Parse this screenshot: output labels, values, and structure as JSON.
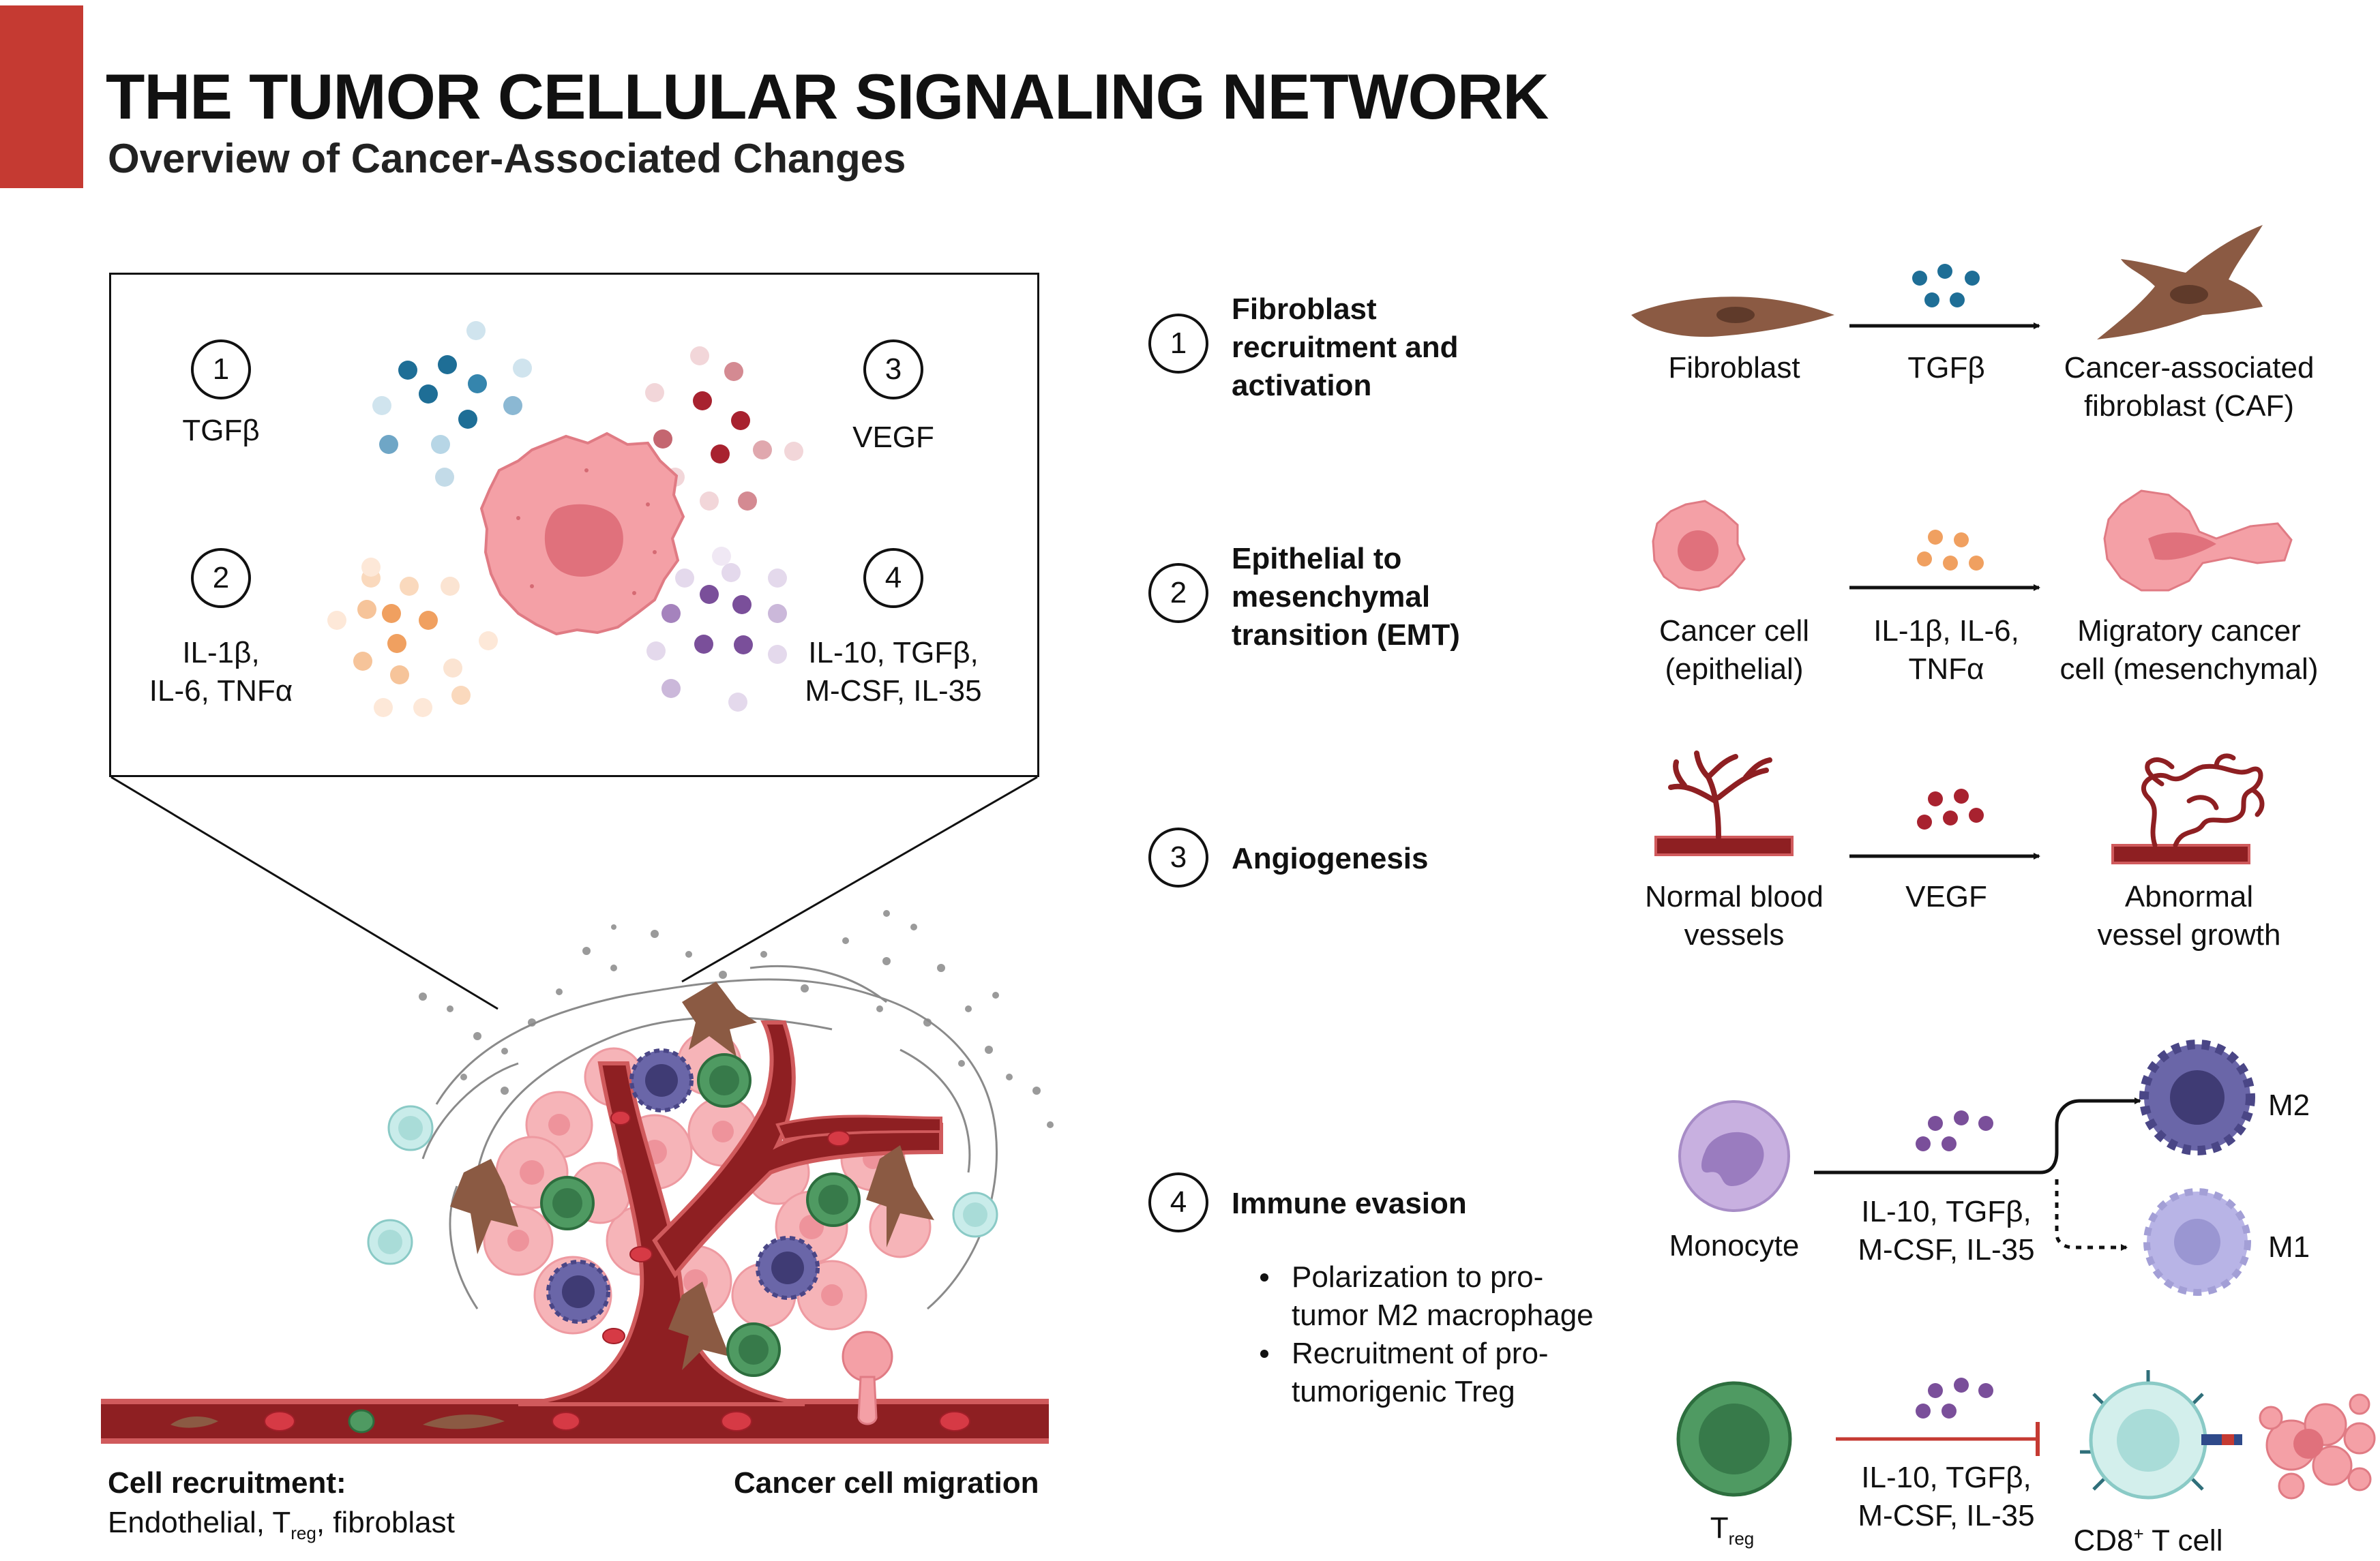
{
  "header": {
    "title": "THE TUMOR CELLULAR SIGNALING NETWORK",
    "subtitle": "Overview of Cancer-Associated Changes",
    "accent_color": "#c53a32"
  },
  "inset": {
    "items": [
      {
        "num": "1",
        "label": "TGFβ"
      },
      {
        "num": "2",
        "label_line1": "IL-1β,",
        "label_line2": "IL-6, TNFα"
      },
      {
        "num": "3",
        "label": "VEGF"
      },
      {
        "num": "4",
        "label_line1": "IL-10, TGFβ,",
        "label_line2": "M-CSF, IL-35"
      }
    ]
  },
  "tumor_scene": {
    "left_caption_title": "Cell recruitment:",
    "left_caption_prefix": "Endothelial, T",
    "left_caption_sub": "reg",
    "left_caption_suffix": ", fibroblast",
    "right_caption": "Cancer cell migration"
  },
  "processes": [
    {
      "num": "1",
      "title_lines": [
        "Fibroblast",
        "recruitment and",
        "activation"
      ],
      "from": [
        "Fibroblast"
      ],
      "signal": [
        "TGFβ"
      ],
      "to": [
        "Cancer-associated",
        "fibroblast (CAF)"
      ]
    },
    {
      "num": "2",
      "title_lines": [
        "Epithelial to",
        "mesenchymal",
        "transition (EMT)"
      ],
      "from": [
        "Cancer cell",
        "(epithelial)"
      ],
      "signal": [
        "IL-1β, IL-6,",
        "TNFα"
      ],
      "to": [
        "Migratory cancer",
        "cell (mesenchymal)"
      ]
    },
    {
      "num": "3",
      "title_lines": [
        "Angiogenesis"
      ],
      "from": [
        "Normal blood",
        "vessels"
      ],
      "signal": [
        "VEGF"
      ],
      "to": [
        "Abnormal",
        "vessel growth"
      ]
    },
    {
      "num": "4",
      "title_lines": [
        "Immune evasion"
      ],
      "bullets": [
        "Polarization to pro-",
        "tumor M2 macrophage",
        "Recruitment of pro-",
        "tumorigenic Treg"
      ],
      "monocyte": "Monocyte",
      "signal": [
        "IL-10, TGFβ,",
        "M-CSF, IL-35"
      ],
      "m2": "M2",
      "m1": "M1",
      "treg_main": "T",
      "treg_sub": "reg",
      "treg_signal": [
        "IL-10, TGFβ,",
        "M-CSF, IL-35"
      ],
      "cd8_main": "CD8",
      "cd8_sup": "+",
      "cd8_suffix": " T cell"
    }
  ],
  "colors": {
    "tgfb": "#1e6e96",
    "il": "#f0a060",
    "vegf": "#a8222f",
    "il10": "#7a4f9a",
    "fibroblast": "#8b5a43",
    "cancer": "#f4a0a6",
    "vessel": "#8e1f22",
    "treg": "#4f9a62",
    "cd8": "#a9dcd8",
    "m2": "#6a66a8",
    "m1": "#b8b4e6",
    "monocyte": "#c8b0e0"
  }
}
